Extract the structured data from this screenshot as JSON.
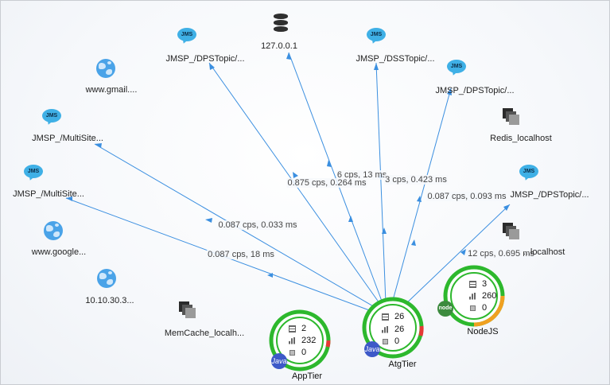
{
  "nodes": {
    "jms_dps_1": {
      "label": "JMSP_/DPSTopic/...",
      "icon": "JMS"
    },
    "db_local": {
      "label": "127.0.0.1",
      "icon": "database-icon"
    },
    "jms_dss": {
      "label": "JMSP_/DSSTopic/...",
      "icon": "JMS"
    },
    "jms_dps_2": {
      "label": "JMSP_/DPSTopic/...",
      "icon": "JMS"
    },
    "gmail": {
      "label": "www.gmail....",
      "icon": "globe-icon"
    },
    "redis": {
      "label": "Redis_localhost",
      "icon": "cache-icon"
    },
    "jms_multisite_1": {
      "label": "JMSP_/MultiSite...",
      "icon": "JMS"
    },
    "jms_multisite_2": {
      "label": "JMSP_/MultiSite...",
      "icon": "JMS"
    },
    "jms_dps_3": {
      "label": "JMSP_/DPSTopic/...",
      "icon": "JMS"
    },
    "google": {
      "label": "www.google...",
      "icon": "globe-icon"
    },
    "cache_local": {
      "label": "...localhost",
      "icon": "cache-icon"
    },
    "ip_10": {
      "label": "10.10.30.3...",
      "icon": "globe-icon"
    },
    "memcache": {
      "label": "MemCache_localh...",
      "icon": "cache-icon"
    }
  },
  "edges": {
    "e1": "6 cps, 13 ms",
    "e2": "0.875 cps, 0.264 ms",
    "e3": "3 cps, 0.423 ms",
    "e4": "0.087 cps, 0.093 ms",
    "e5": "0.087 cps, 0.033 ms",
    "e6": "0.087 cps, 18 ms",
    "e7": "12 cps, 0.695 ms"
  },
  "tiers": {
    "apptier": {
      "name": "AppTier",
      "count": "2",
      "calls": "232",
      "errors": "0",
      "badge": "Java",
      "health": 0.97
    },
    "atgtier": {
      "name": "AtgTier",
      "count": "26",
      "calls": "26",
      "errors": "0",
      "badge": "Java",
      "health": 0.95
    },
    "nodejs": {
      "name": "NodeJS",
      "count": "3",
      "calls": "260",
      "errors": "0",
      "badge": "node",
      "health": 0.72
    }
  },
  "colors": {
    "edge": "#3b8fe0",
    "healthy": "#2db82d",
    "error": "#e53935",
    "warning": "#f0a020"
  }
}
